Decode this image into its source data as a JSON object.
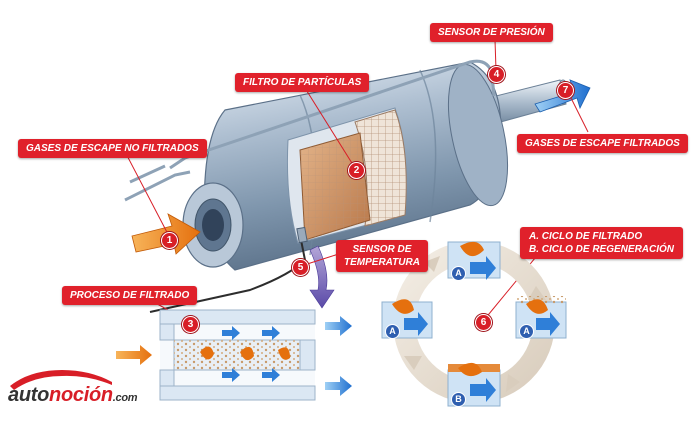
{
  "labels": {
    "sensor_presion": "SENSOR DE PRESIÓN",
    "filtro_particulas": "FILTRO DE PARTÍCULAS",
    "gases_no_filtrados": "GASES DE ESCAPE NO FILTRADOS",
    "gases_filtrados": "GASES DE ESCAPE FILTRADOS",
    "sensor_temperatura_1": "SENSOR DE",
    "sensor_temperatura_2": "TEMPERATURA",
    "proceso_filtrado": "PROCESO DE FILTRADO",
    "ciclo_filtrado": "A. CICLO DE FILTRADO",
    "ciclo_regeneracion": "B. CICLO DE REGENERACIÓN"
  },
  "markers": [
    "1",
    "2",
    "3",
    "4",
    "5",
    "6",
    "7"
  ],
  "cycle_markers": {
    "a": "A",
    "b": "B"
  },
  "logo": {
    "main": "auto",
    "accent": "noción",
    "suffix": ".com"
  },
  "colors": {
    "label_red": "#e0212b",
    "marker_red": "#d81e27",
    "body_blue": "#8ea7c0",
    "flow_blue": "#2f7fd8",
    "flow_orange": "#f08a1e",
    "cycle_ring": "#e8e0d4"
  }
}
